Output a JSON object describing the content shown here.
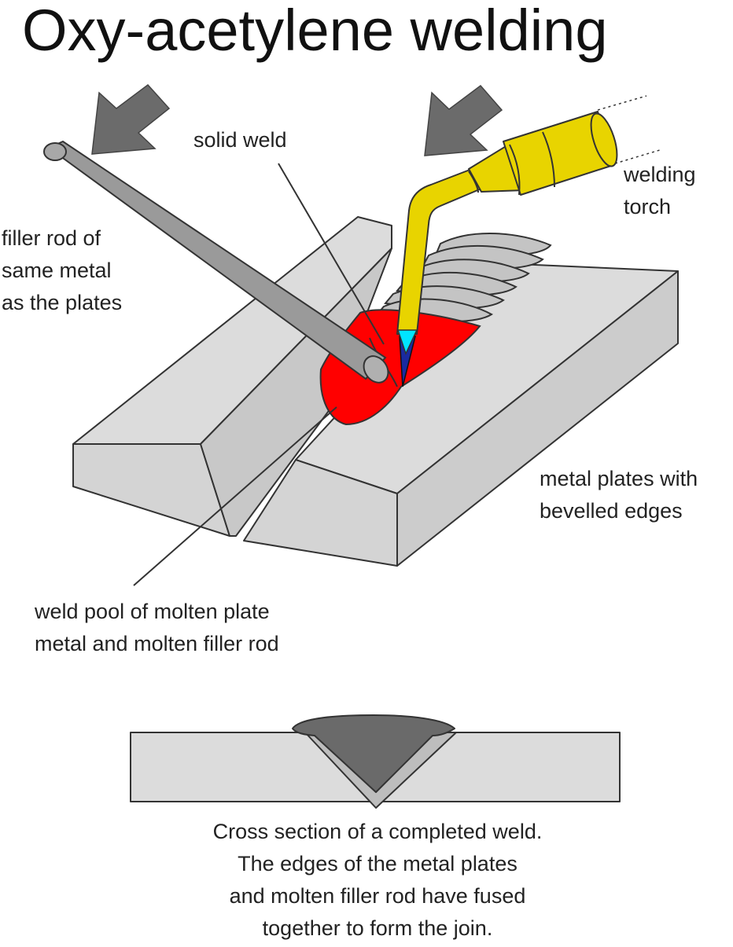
{
  "title": "Oxy-acetylene welding",
  "labels": {
    "solid_weld": [
      "solid weld"
    ],
    "welding_torch": [
      "welding",
      "torch"
    ],
    "filler_rod": [
      "filler rod of",
      "same metal",
      "as the plates"
    ],
    "metal_plates": [
      "metal plates with",
      "bevelled edges"
    ],
    "weld_pool": [
      "weld pool of molten plate",
      "metal and molten filler rod"
    ],
    "cross_section_caption": [
      "Cross section of a completed weld.",
      "The edges of the metal plates",
      "and molten filler rod have fused",
      "together to form the join."
    ]
  },
  "colors": {
    "plate": "#dcdcdc",
    "plate_side": "#d2d2d2",
    "outline": "#333333",
    "weld_pool": "#ff0000",
    "torch": "#e8d400",
    "flame_inner": "#00e5ff",
    "flame_core": "#1a2aa0",
    "arrow": "#6b6b6b",
    "rod": "#9a9a9a",
    "weld_bead": "#c4c4c4",
    "cross_section_weld": "#6a6a6a"
  }
}
